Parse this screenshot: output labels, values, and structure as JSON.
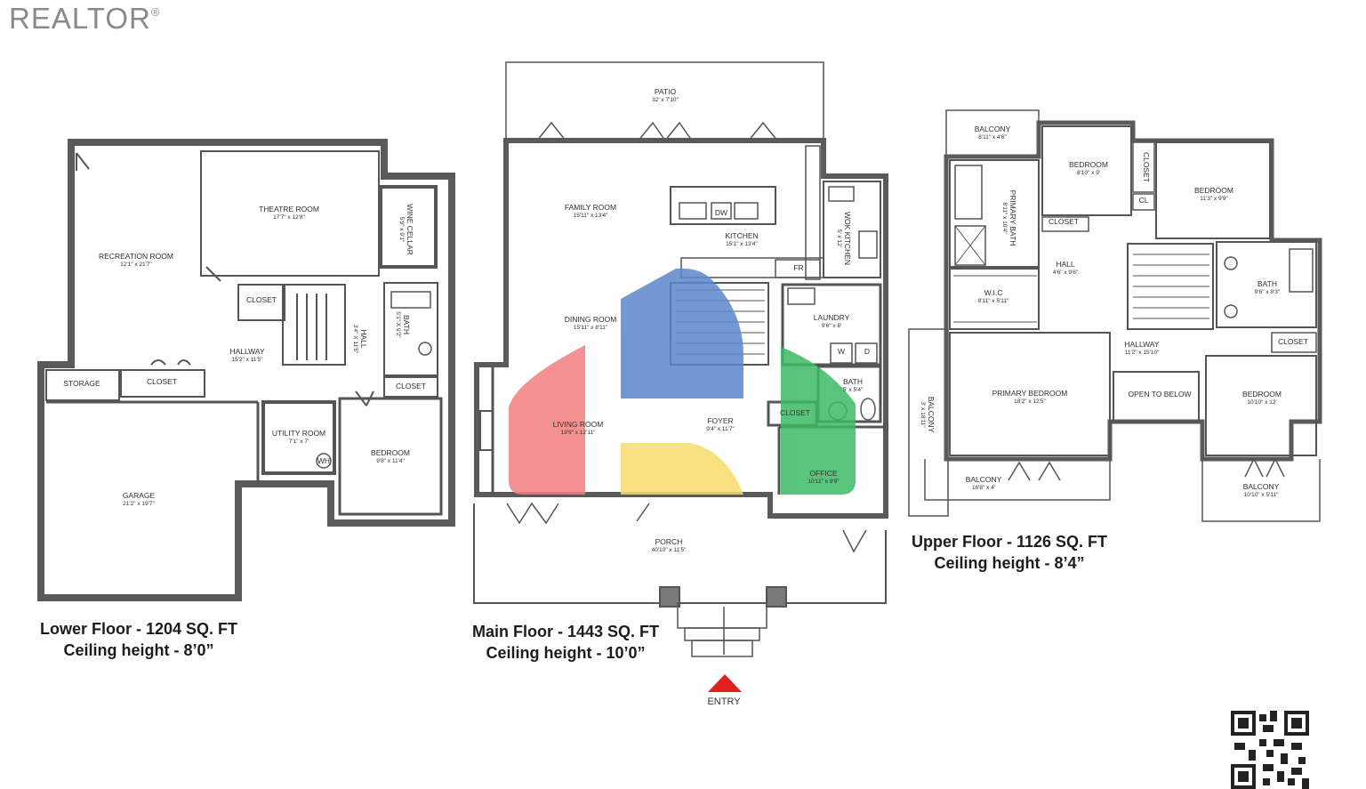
{
  "brand": {
    "name": "REALTOR",
    "mark": "®"
  },
  "lower_floor": {
    "title": "Lower Floor - 1204 SQ. FT",
    "ceiling": "Ceiling height - 8’0”",
    "rooms": [
      {
        "name": "THEATRE ROOM",
        "dims": "17'7\" x 12'8\""
      },
      {
        "name": "WINE CELLAR",
        "dims": "5'9\" x 9'1\""
      },
      {
        "name": "RECREATION ROOM",
        "dims": "12'1\" x 21'7\""
      },
      {
        "name": "CLOSET",
        "dims": ""
      },
      {
        "name": "HALL",
        "dims": "3'4\" X 11'5\""
      },
      {
        "name": "BATH",
        "dims": "5'1\" X 9'2\""
      },
      {
        "name": "HALLWAY",
        "dims": "15'2\" x 11'5\""
      },
      {
        "name": "STORAGE",
        "dims": ""
      },
      {
        "name": "CLOSET",
        "dims": ""
      },
      {
        "name": "CLOSET",
        "dims": ""
      },
      {
        "name": "UTILITY ROOM",
        "dims": "7'1\" x 7'"
      },
      {
        "name": "WH",
        "dims": ""
      },
      {
        "name": "BEDROOM",
        "dims": "9'8\" x 11'4\""
      },
      {
        "name": "GARAGE",
        "dims": "21'2\" x 19'7\""
      }
    ]
  },
  "main_floor": {
    "title": "Main Floor - 1443 SQ. FT",
    "ceiling": "Ceiling height - 10’0”",
    "rooms": [
      {
        "name": "PATIO",
        "dims": "32' x 7'10\""
      },
      {
        "name": "FAMILY ROOM",
        "dims": "15'11\" x 13'4\""
      },
      {
        "name": "KITCHEN",
        "dims": "15'1\" x 13'4\""
      },
      {
        "name": "DW",
        "dims": ""
      },
      {
        "name": "WOK KITCHEN",
        "dims": "5' x 12'"
      },
      {
        "name": "FR",
        "dims": ""
      },
      {
        "name": "DINING ROOM",
        "dims": "15'11\" x 8'11\""
      },
      {
        "name": "LAUNDRY",
        "dims": "9'6\" x 8'"
      },
      {
        "name": "W",
        "dims": ""
      },
      {
        "name": "D",
        "dims": ""
      },
      {
        "name": "BATH",
        "dims": "5' x 5'4\""
      },
      {
        "name": "CLOSET",
        "dims": ""
      },
      {
        "name": "LIVING ROOM",
        "dims": "19'9\" x 12'11\""
      },
      {
        "name": "FOYER",
        "dims": "9'4\" x 11'7\""
      },
      {
        "name": "OFFICE",
        "dims": "10'11\" x 9'9\""
      },
      {
        "name": "PORCH",
        "dims": "40'10\" x 11'5\""
      }
    ],
    "entry_label": "ENTRY"
  },
  "upper_floor": {
    "title": "Upper Floor - 1126 SQ. FT",
    "ceiling": "Ceiling height - 8’4”",
    "rooms": [
      {
        "name": "BALCONY",
        "dims": "8'11\" x 4'6\""
      },
      {
        "name": "BEDROOM",
        "dims": "8'10\" x 9'"
      },
      {
        "name": "CLOSET",
        "dims": ""
      },
      {
        "name": "BEDROOM",
        "dims": "11'3\" x 9'9\""
      },
      {
        "name": "PRIMARY BATH",
        "dims": "8'11\" x 10'4\""
      },
      {
        "name": "CLOSET",
        "dims": ""
      },
      {
        "name": "CL",
        "dims": ""
      },
      {
        "name": "HALL",
        "dims": "4'6\" x 9'6\""
      },
      {
        "name": "W.I.C",
        "dims": "8'11\" x 5'11\""
      },
      {
        "name": "BATH",
        "dims": "9'6\" x 8'3\""
      },
      {
        "name": "CLOSET",
        "dims": ""
      },
      {
        "name": "HALLWAY",
        "dims": "11'2\" x 15'10\""
      },
      {
        "name": "PRIMARY BEDROOM",
        "dims": "18'2\" x 12'5\""
      },
      {
        "name": "OPEN TO BELOW",
        "dims": ""
      },
      {
        "name": "BEDROOM",
        "dims": "10'10\" x 12'"
      },
      {
        "name": "BALCONY",
        "dims": "3' x 18'11\""
      },
      {
        "name": "BALCONY",
        "dims": "16'8\" x 4'"
      },
      {
        "name": "BALCONY",
        "dims": "10'10\" x 5'11\""
      }
    ]
  },
  "colors": {
    "wall": "#4a4a4a",
    "wall_fill": "#6e6e6e",
    "logo_red": "#f27e80",
    "logo_blue": "#5b86cc",
    "logo_yellow": "#f9dc6c",
    "logo_green": "#3db865",
    "entry_arrow": "#e02020"
  },
  "icons": {
    "qr": "qr-code-icon",
    "entry": "entry-arrow-icon"
  }
}
